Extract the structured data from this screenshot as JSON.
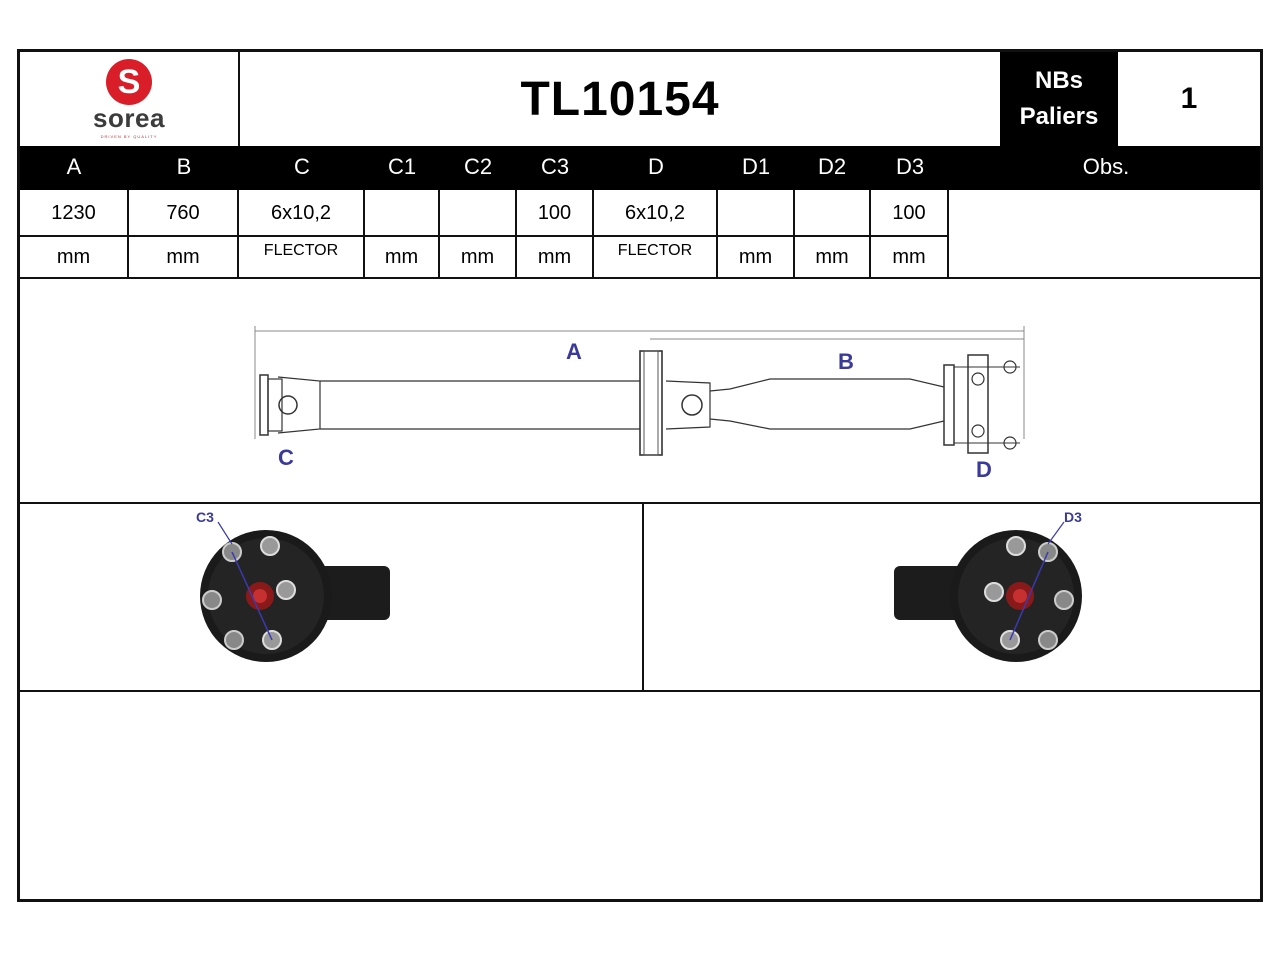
{
  "brand": {
    "name": "sorea",
    "mark": "S",
    "tagline": "DRIVEN BY QUALITY"
  },
  "part_number": "TL10154",
  "bearings": {
    "label_line1": "NBs",
    "label_line2": "Paliers",
    "value": "1"
  },
  "columns": {
    "A": "A",
    "B": "B",
    "C": "C",
    "C1": "C1",
    "C2": "C2",
    "C3": "C3",
    "D": "D",
    "D1": "D1",
    "D2": "D2",
    "D3": "D3",
    "Obs": "Obs."
  },
  "values": {
    "A": "1230",
    "B": "760",
    "C": "6x10,2",
    "C1": "",
    "C2": "",
    "C3": "100",
    "D": "6x10,2",
    "D1": "",
    "D2": "",
    "D3": "100"
  },
  "units": {
    "A": "mm",
    "B": "mm",
    "C": "FLECTOR",
    "C1": "mm",
    "C2": "mm",
    "C3": "mm",
    "D": "FLECTOR",
    "D1": "mm",
    "D2": "mm",
    "D3": "mm"
  },
  "drawing_labels": {
    "A": "A",
    "B": "B",
    "C": "C",
    "D": "D",
    "C3": "C3",
    "D3": "D3"
  },
  "colors": {
    "brand_red": "#d91e2a",
    "label_blue": "#3a3a9a"
  }
}
